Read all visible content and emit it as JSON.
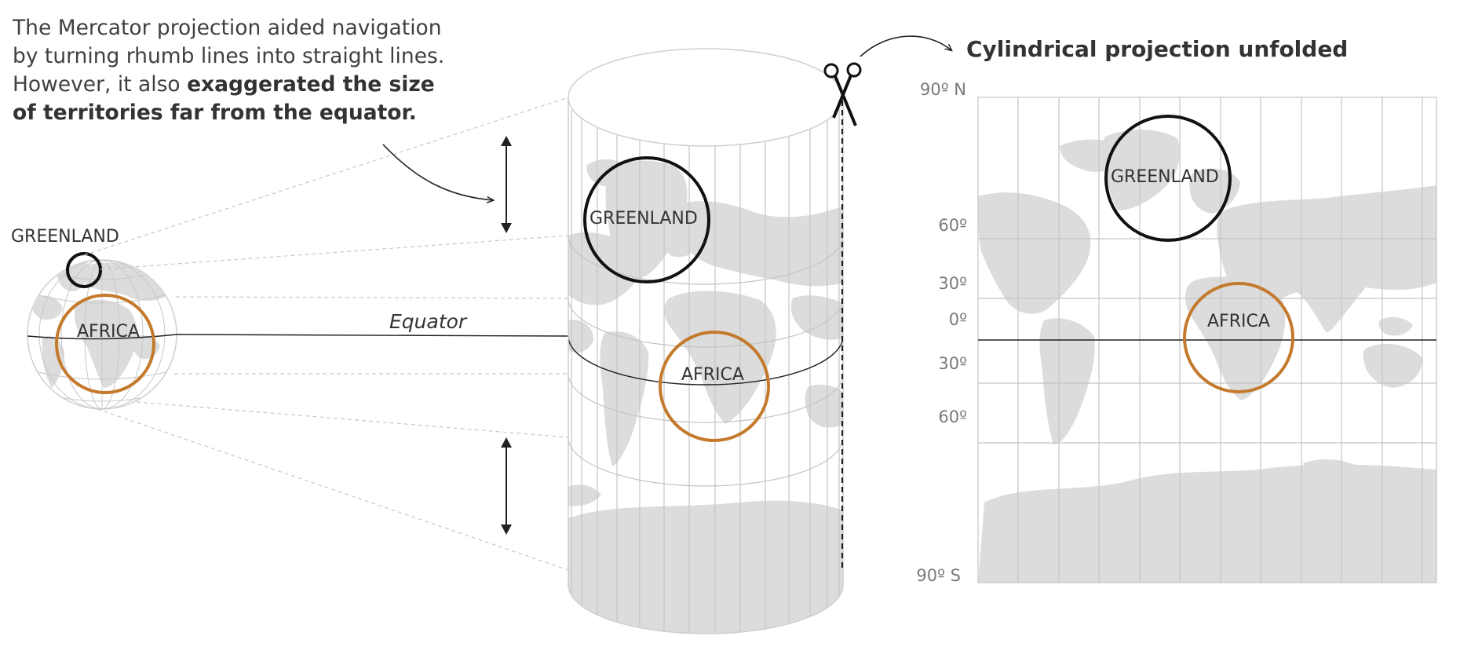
{
  "intro": {
    "lead": "The Mercator projection aided navigation by turning rhumb lines into straight lines. However, it also ",
    "emphasis": "exaggerated the size of territories far from the equator."
  },
  "globe": {
    "greenland_label": "GREENLAND",
    "africa_label": "AFRICA"
  },
  "equator_label": "Equator",
  "cylinder": {
    "greenland_label": "GREENLAND",
    "africa_label": "AFRICA"
  },
  "unfolded": {
    "title": "Cylindrical projection unfolded",
    "lat_labels": [
      "90º N",
      "60º",
      "30º",
      "0º",
      "30º",
      "60º",
      "90º S"
    ],
    "greenland_label": "GREENLAND",
    "africa_label": "AFRICA"
  },
  "colors": {
    "land": "#dcdcdc",
    "grid": "#c4c4c4",
    "greenland_circle": "#111111",
    "africa_circle": "#c47a2c",
    "text": "#333333"
  }
}
